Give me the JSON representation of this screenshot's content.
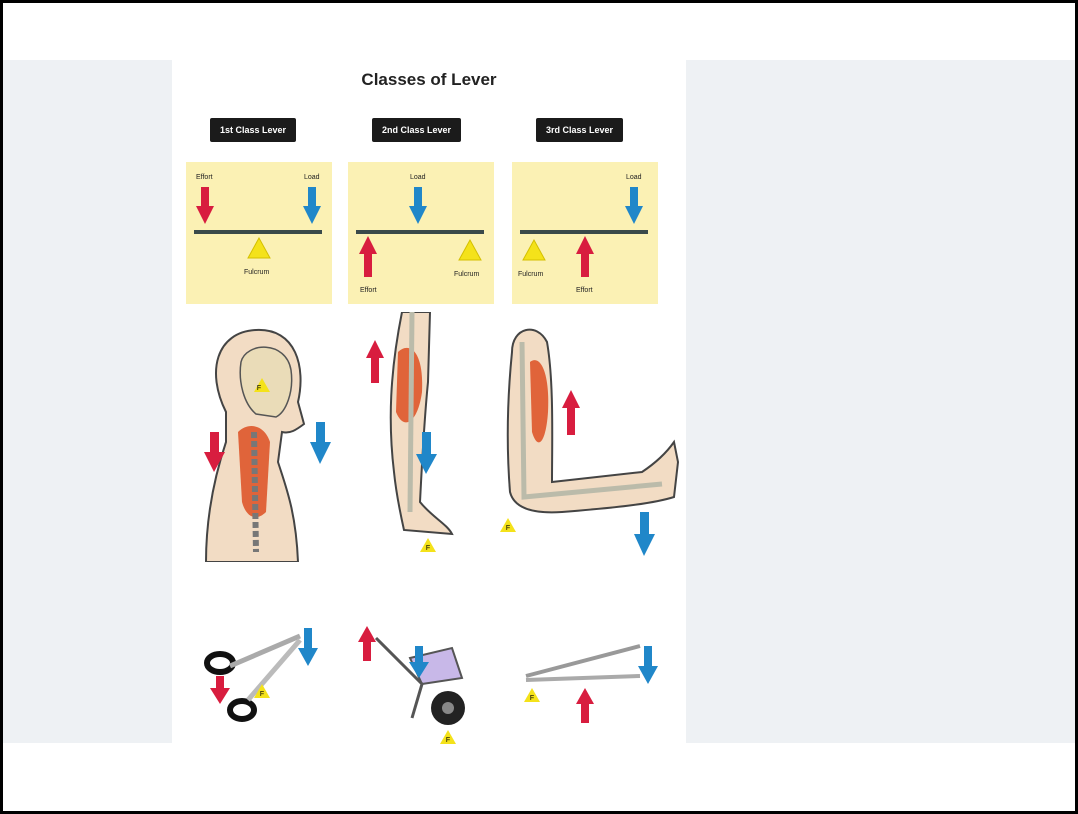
{
  "diagram": {
    "title": "Classes of Lever",
    "columns": [
      {
        "label": "1st Class Lever",
        "effort": "Effort",
        "load": "Load",
        "fulcrum": "Fulcrum"
      },
      {
        "label": "2nd Class Lever",
        "effort": "Effort",
        "load": "Load",
        "fulcrum": "Fulcrum"
      },
      {
        "label": "3rd Class Lever",
        "effort": "Effort",
        "load": "Load",
        "fulcrum": "Fulcrum"
      }
    ],
    "fulcrum_marker": "F"
  },
  "colors": {
    "effort": "#d81d3f",
    "load": "#2087c9",
    "fulcrum": "#f4e21a",
    "panel": "#fbf1b4",
    "beam": "#3a4a4a"
  }
}
